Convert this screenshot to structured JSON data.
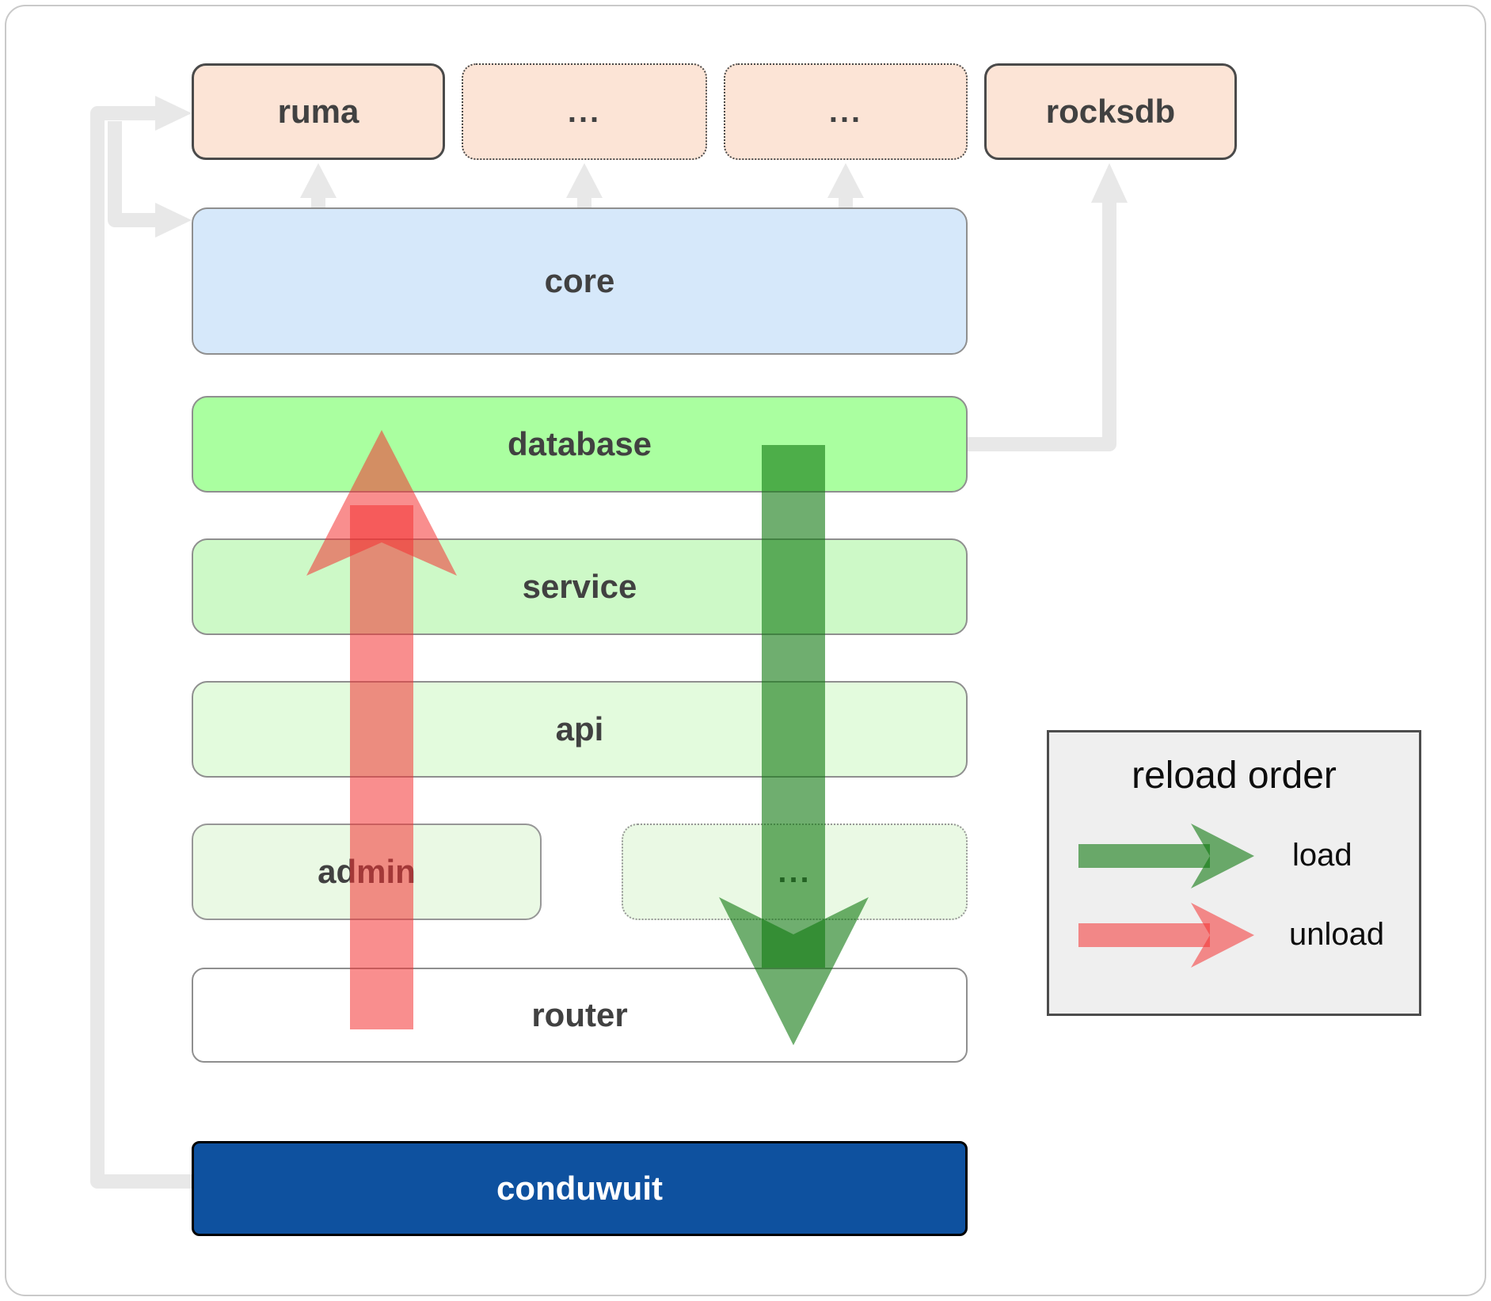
{
  "nodes": {
    "ruma": {
      "label": "ruma"
    },
    "ellipsis_top_1": {
      "label": "..."
    },
    "ellipsis_top_2": {
      "label": "..."
    },
    "rocksdb": {
      "label": "rocksdb"
    },
    "core": {
      "label": "core"
    },
    "database": {
      "label": "database"
    },
    "service": {
      "label": "service"
    },
    "api": {
      "label": "api"
    },
    "admin": {
      "label": "admin"
    },
    "ellipsis_admin_row": {
      "label": "..."
    },
    "router": {
      "label": "router"
    },
    "conduwuit": {
      "label": "conduwuit"
    }
  },
  "legend": {
    "title": "reload order",
    "load_label": "load",
    "unload_label": "unload"
  },
  "colors": {
    "load_arrow_green": "#0f780f",
    "unload_arrow_red": "#f43232",
    "connector_gray": "#e8e8e8",
    "ruma_fill": "#fce4d6",
    "core_fill": "#d6e8fa",
    "database_fill": "#aaffa0",
    "service_fill": "#cdf9c7",
    "api_fill": "#e3fbdd",
    "admin_fill": "#eaf9e4",
    "router_fill": "#ffffff",
    "conduwuit_fill": "#0e519f",
    "legend_fill": "#efefef"
  }
}
